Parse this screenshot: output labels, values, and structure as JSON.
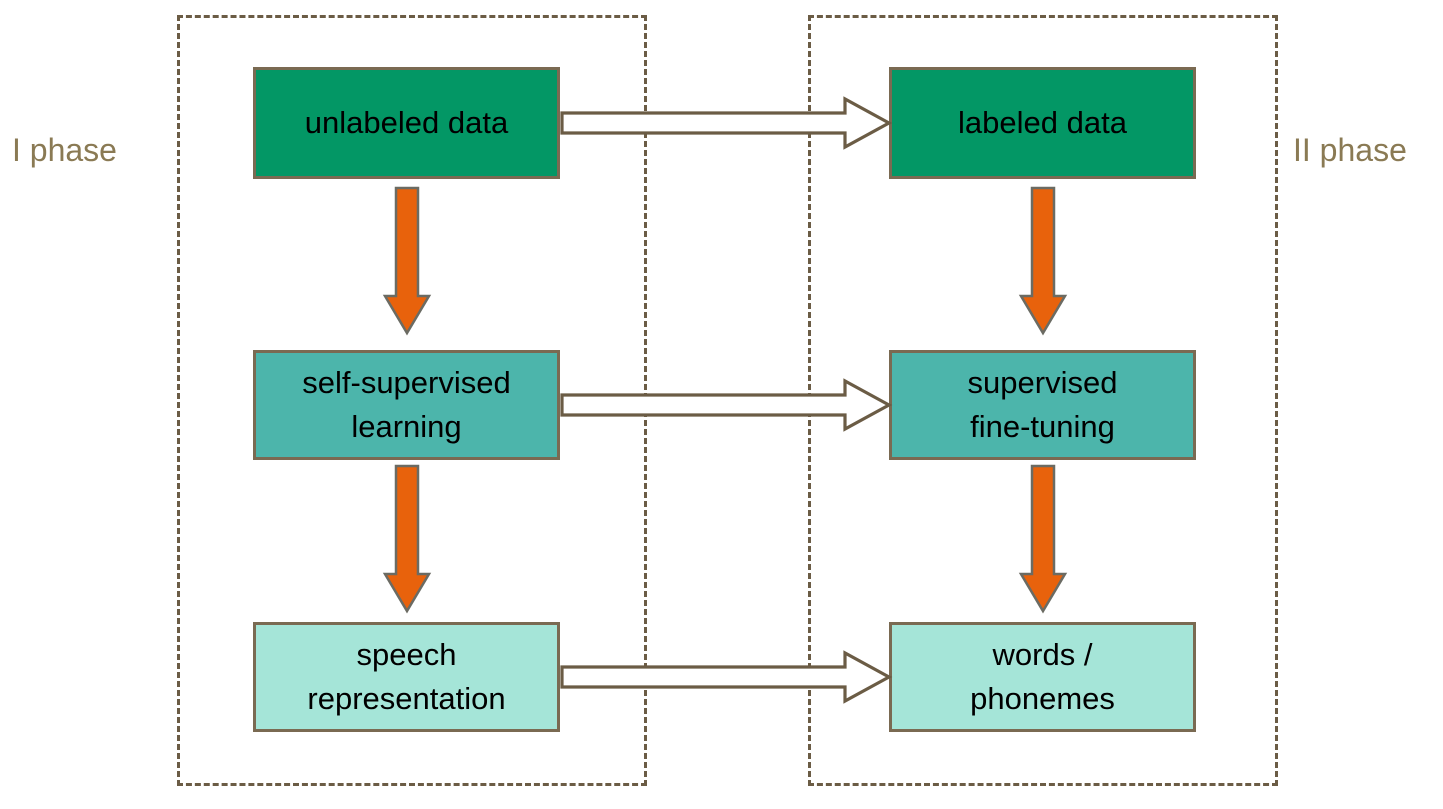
{
  "diagram": {
    "title_visible": false,
    "phases": [
      {
        "id": "phase-1",
        "label": "I phase"
      },
      {
        "id": "phase-2",
        "label": "II phase"
      }
    ],
    "nodes": [
      {
        "id": "unlabeled-data",
        "label": "unlabeled data",
        "fill": "#039765",
        "stroke": "#7a6a52",
        "phase": "I phase",
        "row": 1
      },
      {
        "id": "labeled-data",
        "label": "labeled data",
        "fill": "#039765",
        "stroke": "#7a6a52",
        "phase": "II phase",
        "row": 1
      },
      {
        "id": "ssl",
        "label": "self-supervised\nlearning",
        "fill": "#4cb5ab",
        "stroke": "#7a6a52",
        "phase": "I phase",
        "row": 2
      },
      {
        "id": "fine-tuning",
        "label": "supervised\nfine-tuning",
        "fill": "#4cb5ab",
        "stroke": "#7a6a52",
        "phase": "II phase",
        "row": 2
      },
      {
        "id": "speech-repr",
        "label": "speech\nrepresentation",
        "fill": "#a5e5d8",
        "stroke": "#7a6a52",
        "phase": "I phase",
        "row": 3
      },
      {
        "id": "words-phonemes",
        "label": "words /\nphonemes",
        "fill": "#a5e5d8",
        "stroke": "#7a6a52",
        "phase": "II phase",
        "row": 3
      }
    ],
    "arrows": [
      {
        "id": "arrow-h-top",
        "from": "unlabeled-data",
        "to": "labeled-data",
        "direction": "right",
        "style": "hollow-block",
        "fill": "#ffffff",
        "stroke": "#6b5c45",
        "label": ""
      },
      {
        "id": "arrow-h-middle",
        "from": "ssl",
        "to": "fine-tuning",
        "direction": "right",
        "style": "hollow-block",
        "fill": "#ffffff",
        "stroke": "#6b5c45",
        "label": ""
      },
      {
        "id": "arrow-h-bottom",
        "from": "speech-repr",
        "to": "words-phonemes",
        "direction": "right",
        "style": "hollow-block",
        "fill": "#ffffff",
        "stroke": "#6b5c45",
        "label": ""
      },
      {
        "id": "arrow-v-left-top",
        "from": "unlabeled-data",
        "to": "ssl",
        "direction": "down",
        "style": "solid-block",
        "fill": "#e8620c",
        "stroke": "#6b6b63",
        "label": ""
      },
      {
        "id": "arrow-v-left-bottom",
        "from": "ssl",
        "to": "speech-repr",
        "direction": "down",
        "style": "solid-block",
        "fill": "#e8620c",
        "stroke": "#6b6b63",
        "label": ""
      },
      {
        "id": "arrow-v-right-top",
        "from": "labeled-data",
        "to": "fine-tuning",
        "direction": "down",
        "style": "solid-block",
        "fill": "#e8620c",
        "stroke": "#6b6b63",
        "label": ""
      },
      {
        "id": "arrow-v-right-bottom",
        "from": "fine-tuning",
        "to": "words-phonemes",
        "direction": "down",
        "style": "solid-block",
        "fill": "#e8620c",
        "stroke": "#6b6b63",
        "label": ""
      }
    ],
    "colors": {
      "background": "#ffffff",
      "green": "#039765",
      "teal": "#4cb5ab",
      "mint": "#a5e5d8",
      "orange": "#e8620c",
      "outline_brown": "#7a6a52",
      "dashed_brown": "#6b5c45",
      "phase_label": "#8a7a54",
      "node_text": "#000000"
    }
  }
}
